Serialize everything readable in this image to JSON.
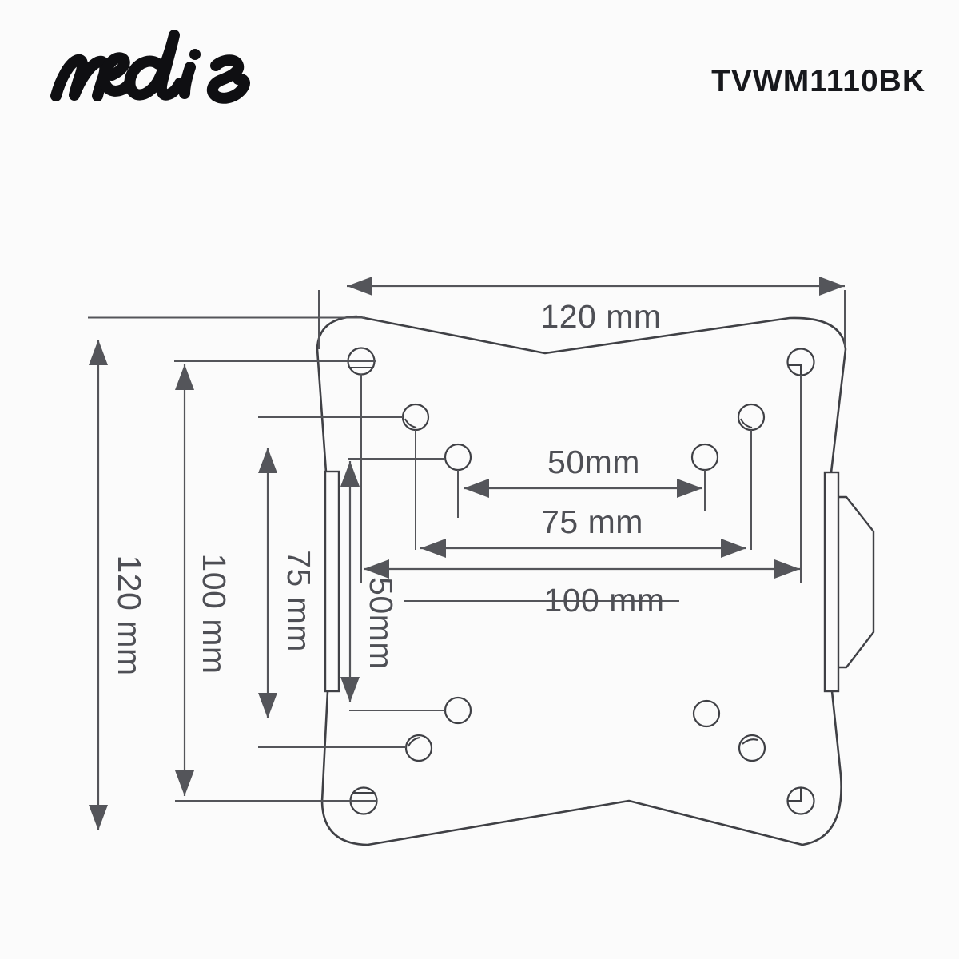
{
  "header": {
    "brand": "nedis",
    "product_code": "TVWM1110BK"
  },
  "diagram": {
    "horizontal_dims": [
      {
        "label": "120 mm"
      },
      {
        "label": "50mm"
      },
      {
        "label": "75 mm"
      },
      {
        "label": "100 mm"
      }
    ],
    "vertical_dims": [
      {
        "label": "120 mm"
      },
      {
        "label": "100 mm"
      },
      {
        "label": "75 mm"
      },
      {
        "label": "50mm"
      }
    ],
    "colors": {
      "outline": "#3f4045",
      "dimension": "#54555a",
      "label": "#4e4f55",
      "logo": "#0f0f12",
      "background": "#fbfbfb"
    }
  }
}
